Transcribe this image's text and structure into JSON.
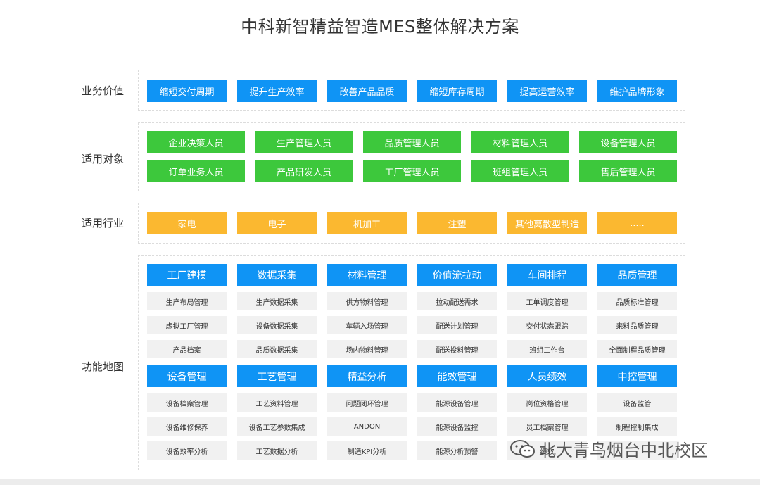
{
  "title": "中科新智精益智造MES整体解决方案",
  "rows": {
    "value": "业务价值",
    "users": "适用对象",
    "industry": "适用行业",
    "function_map": "功能地图"
  },
  "business_value": [
    "缩短交付周期",
    "提升生产效率",
    "改善产品品质",
    "缩短库存周期",
    "提高运营效率",
    "维护品牌形象"
  ],
  "users": [
    "企业决策人员",
    "生产管理人员",
    "品质管理人员",
    "材料管理人员",
    "设备管理人员",
    "订单业务人员",
    "产品研发人员",
    "工厂管理人员",
    "班组管理人员",
    "售后管理人员"
  ],
  "industries": [
    "家电",
    "电子",
    "机加工",
    "注塑",
    "其他离散型制造",
    "....."
  ],
  "modules": [
    {
      "name": "工厂建模",
      "items": [
        "生产布局管理",
        "虚拟工厂管理",
        "产品档案"
      ]
    },
    {
      "name": "数据采集",
      "items": [
        "生产数据采集",
        "设备数据采集",
        "品质数据采集"
      ]
    },
    {
      "name": "材料管理",
      "items": [
        "供方物料管理",
        "车辆入场管理",
        "场内物料管理"
      ]
    },
    {
      "name": "价值流拉动",
      "items": [
        "拉动配送需求",
        "配送计划管理",
        "配送投料管理"
      ]
    },
    {
      "name": "车间排程",
      "items": [
        "工单调度管理",
        "交付状态跟踪",
        "班组工作台"
      ]
    },
    {
      "name": "品质管理",
      "items": [
        "品质标准管理",
        "来料品质管理",
        "全面制程品质管理"
      ]
    },
    {
      "name": "设备管理",
      "items": [
        "设备档案管理",
        "设备维修保养",
        "设备效率分析"
      ]
    },
    {
      "name": "工艺管理",
      "items": [
        "工艺资料管理",
        "设备工艺参数集成",
        "工艺数据分析"
      ]
    },
    {
      "name": "精益分析",
      "items": [
        "问题闭环管理",
        "ANDON",
        "制造KPI分析"
      ]
    },
    {
      "name": "能效管理",
      "items": [
        "能源设备管理",
        "能源设备监控",
        "能源分析预警"
      ]
    },
    {
      "name": "人员绩效",
      "items": [
        "岗位资格管理",
        "员工档案管理",
        "绩效"
      ]
    },
    {
      "name": "中控管理",
      "items": [
        "设备监管",
        "制程控制集成",
        ""
      ]
    }
  ],
  "watermark": "北大青鸟烟台中北校区",
  "colors": {
    "blue": "#0f94f5",
    "green": "#3dc83c",
    "orange": "#fbb830"
  }
}
